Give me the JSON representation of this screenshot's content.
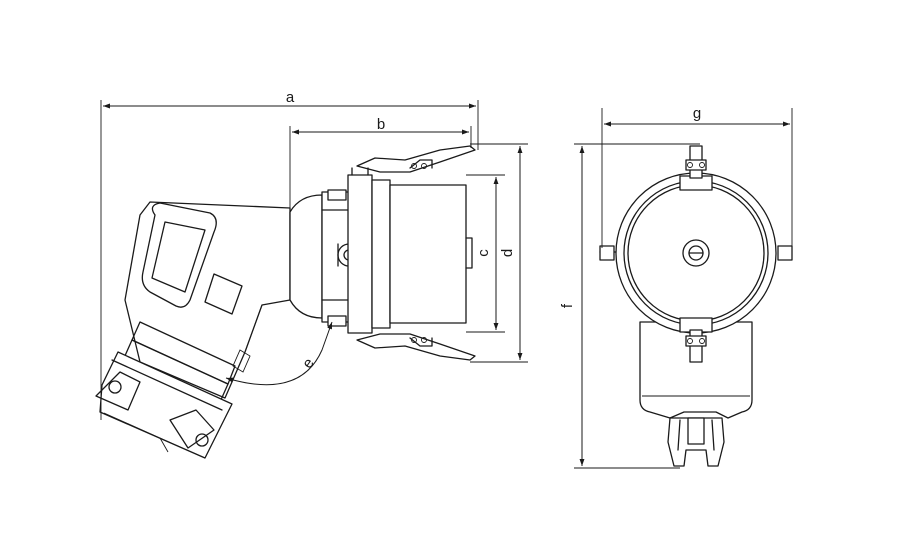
{
  "dimensions": {
    "a": "a",
    "b": "b",
    "c": "c",
    "d": "d",
    "e": "e",
    "f": "f",
    "g": "g"
  },
  "colors": {
    "line": "#1a1a1a",
    "background": "#ffffff"
  }
}
